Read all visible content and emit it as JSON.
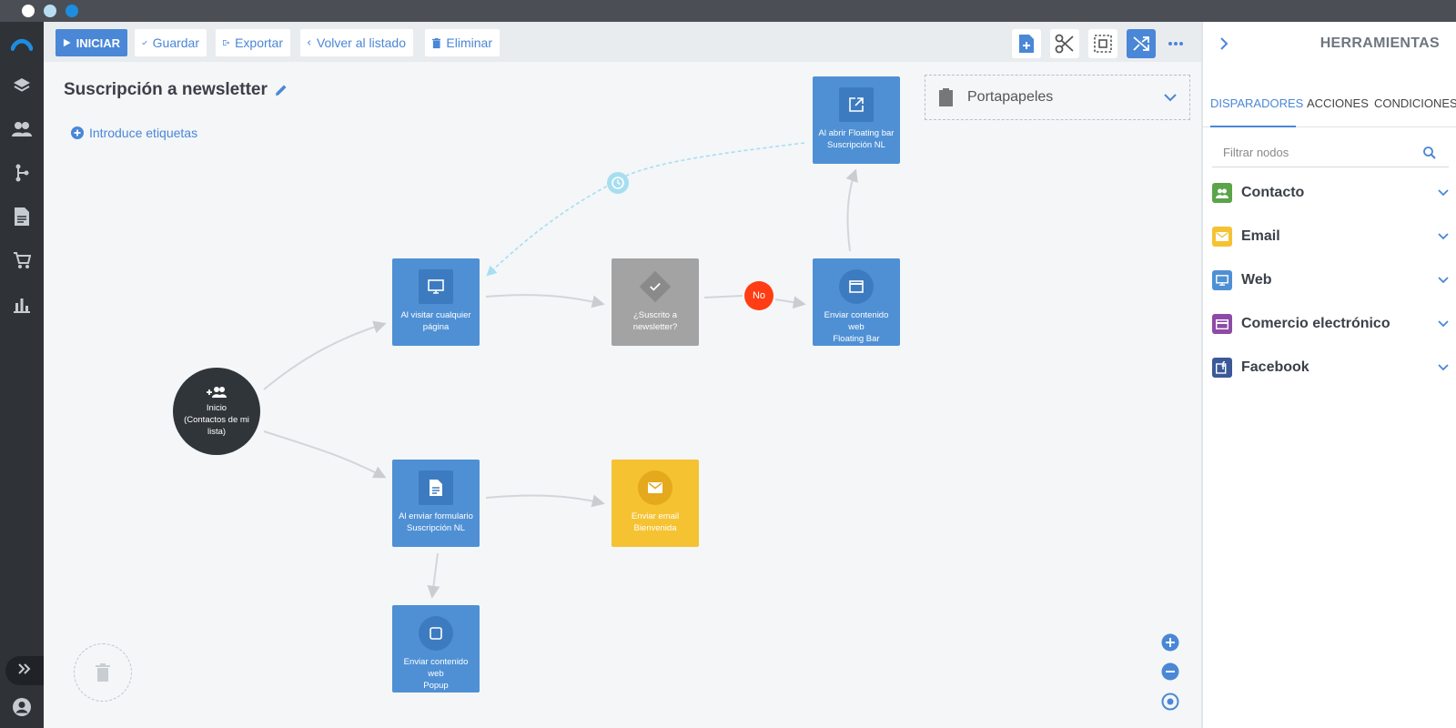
{
  "window": {
    "dots": [
      {
        "name": "close-dot",
        "color": "#ffffff"
      },
      {
        "name": "minimize-dot",
        "color": "#b8ddf3"
      },
      {
        "name": "maximize-dot",
        "color": "#1e8de0"
      }
    ]
  },
  "sidebar": {
    "items": [
      {
        "name": "logo-icon"
      },
      {
        "name": "layers-icon"
      },
      {
        "name": "contacts-icon"
      },
      {
        "name": "workflow-icon"
      },
      {
        "name": "document-icon"
      },
      {
        "name": "cart-icon"
      },
      {
        "name": "stats-icon"
      }
    ],
    "expand_icon": "double-chevron-right-icon",
    "user_icon": "user-icon"
  },
  "toolbar": {
    "start_label": "INICIAR",
    "save_label": "Guardar",
    "export_label": "Exportar",
    "back_label": "Volver al listado",
    "delete_label": "Eliminar",
    "icon_buttons": [
      "add-note-icon",
      "scissors-icon",
      "select-area-icon",
      "shuffle-icon",
      "more-icon"
    ]
  },
  "workflow": {
    "title": "Suscripción a newsletter",
    "tags_label": "Introduce etiquetas",
    "clipboard_label": "Portapapeles",
    "start_node": {
      "line1": "Inicio",
      "line2": "(Contactos de mi",
      "line3": "lista)"
    },
    "nodes": {
      "visit": {
        "line1": "Al visitar cualquier",
        "line2": "página"
      },
      "subscribed": {
        "line1": "¿Suscrito a",
        "line2": "newsletter?"
      },
      "floating": {
        "line1": "Enviar contenido web",
        "line2": "Floating Bar"
      },
      "open_bar": {
        "line1": "Al abrir Floating bar",
        "line2": "Suscripción NL"
      },
      "form": {
        "line1": "Al enviar formulario",
        "line2": "Suscripción NL"
      },
      "email": {
        "line1": "Enviar email",
        "line2": "Bienvenida"
      },
      "popup": {
        "line1": "Enviar contenido web",
        "line2": "Popup"
      }
    },
    "no_badge": "No"
  },
  "tools_panel": {
    "title": "HERRAMIENTAS",
    "tabs": [
      "DISPARADORES",
      "ACCIONES",
      "CONDICIONES"
    ],
    "filter_placeholder": "Filtrar nodos",
    "categories": [
      {
        "label": "Contacto",
        "color": "#5ba44a",
        "icon": "contacts-icon"
      },
      {
        "label": "Email",
        "color": "#f5c232",
        "icon": "email-icon"
      },
      {
        "label": "Web",
        "color": "#4f90d5",
        "icon": "monitor-icon"
      },
      {
        "label": "Comercio electrónico",
        "color": "#8e4aa6",
        "icon": "card-icon"
      },
      {
        "label": "Facebook",
        "color": "#3b5998",
        "icon": "facebook-icon"
      }
    ]
  },
  "colors": {
    "accent": "#4a87d6",
    "sidebar": "#2f3338",
    "node_blue": "#4f90d5",
    "node_gray": "#a3a3a3",
    "node_yellow": "#f5c232",
    "no_badge": "#ff3d14"
  }
}
